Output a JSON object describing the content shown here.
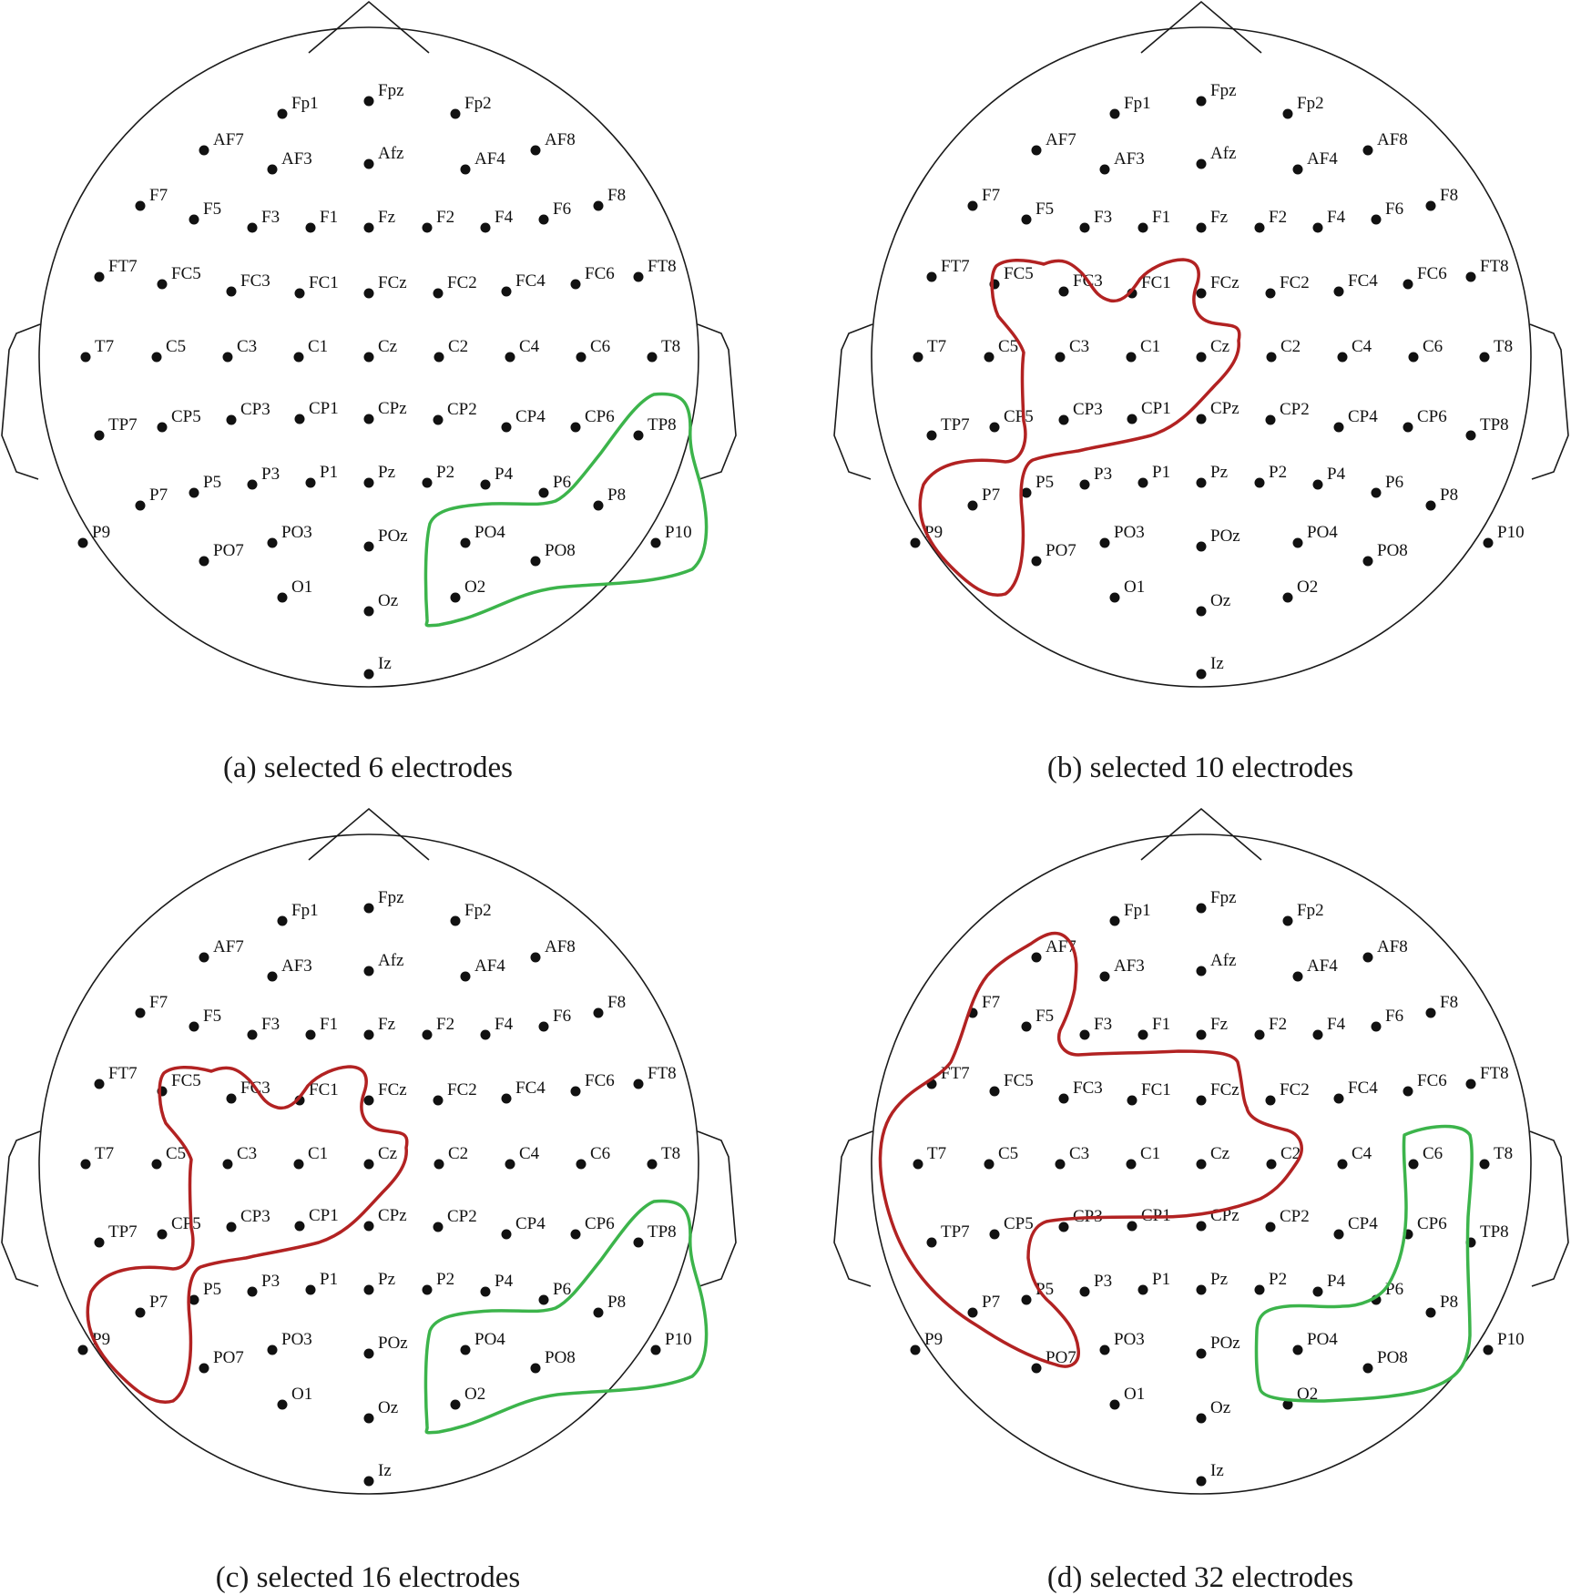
{
  "figure": {
    "panels": [
      {
        "id": "a",
        "caption": "(a) selected 6 electrodes",
        "regions": [
          "green"
        ]
      },
      {
        "id": "b",
        "caption": "(b) selected 10 electrodes",
        "regions": [
          "red"
        ]
      },
      {
        "id": "c",
        "caption": "(c) selected 16 electrodes",
        "regions": [
          "red",
          "green"
        ]
      },
      {
        "id": "d",
        "caption": "(d) selected 32 electrodes",
        "regions": [
          "red",
          "green"
        ]
      }
    ],
    "colors": {
      "outline": "#1a1a1a",
      "electrode": "#111111",
      "red_region": "#b22222",
      "green_region": "#3cb44b"
    },
    "electrodes": [
      "Fp1",
      "Fpz",
      "Fp2",
      "AF7",
      "AF3",
      "Afz",
      "AF4",
      "AF8",
      "F7",
      "F5",
      "F3",
      "F1",
      "Fz",
      "F2",
      "F4",
      "F6",
      "F8",
      "FT7",
      "FC5",
      "FC3",
      "FC1",
      "FCz",
      "FC2",
      "FC4",
      "FC6",
      "FT8",
      "T7",
      "C5",
      "C3",
      "C1",
      "Cz",
      "C2",
      "C4",
      "C6",
      "T8",
      "TP7",
      "CP5",
      "CP3",
      "CP1",
      "CPz",
      "CP2",
      "CP4",
      "CP6",
      "TP8",
      "P9",
      "P7",
      "P5",
      "P3",
      "P1",
      "Pz",
      "P2",
      "P4",
      "P6",
      "P8",
      "P10",
      "PO7",
      "PO3",
      "POz",
      "PO4",
      "PO8",
      "O1",
      "Oz",
      "O2",
      "Iz"
    ]
  }
}
